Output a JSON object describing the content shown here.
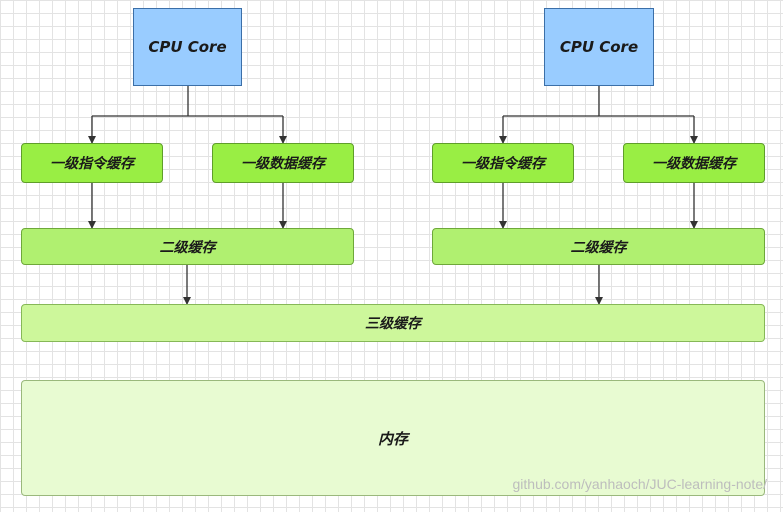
{
  "diagram": {
    "left_group": {
      "cpu_label": "CPU Core",
      "l1_instruction_label": "一级指令缓存",
      "l1_data_label": "一级数据缓存",
      "l2_label": "二级缓存"
    },
    "right_group": {
      "cpu_label": "CPU Core",
      "l1_instruction_label": "一级指令缓存",
      "l1_data_label": "一级数据缓存",
      "l2_label": "二级缓存"
    },
    "l3_label": "三级缓存",
    "memory_label": "内存"
  },
  "watermark": "github.com/yanhaoch/JUC-learning-note/"
}
